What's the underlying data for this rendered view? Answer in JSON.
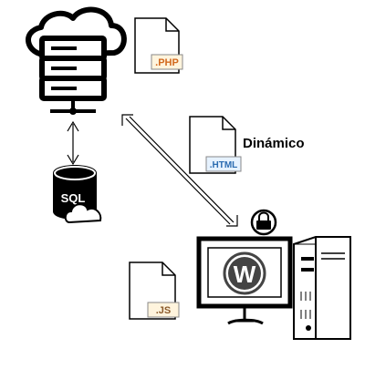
{
  "diagram": {
    "label_dynamic": "Dinámico",
    "files": {
      "php": ".PHP",
      "html": ".HTML",
      "js": ".JS"
    },
    "database": {
      "label": "SQL"
    },
    "colors": {
      "stroke": "#000000",
      "php_badge_text": "#d2691e",
      "html_badge_text": "#2b6cb0",
      "js_badge_text": "#8a5a2b",
      "badge_fill": "#fff4dd",
      "html_badge_fill": "#e6f2ff",
      "wordpress_bg": "#444444"
    },
    "icons": [
      "cloud-server-icon",
      "php-file-icon",
      "sql-database-icon",
      "html-file-icon",
      "lock-icon",
      "wordpress-computer-icon",
      "js-file-icon"
    ]
  }
}
